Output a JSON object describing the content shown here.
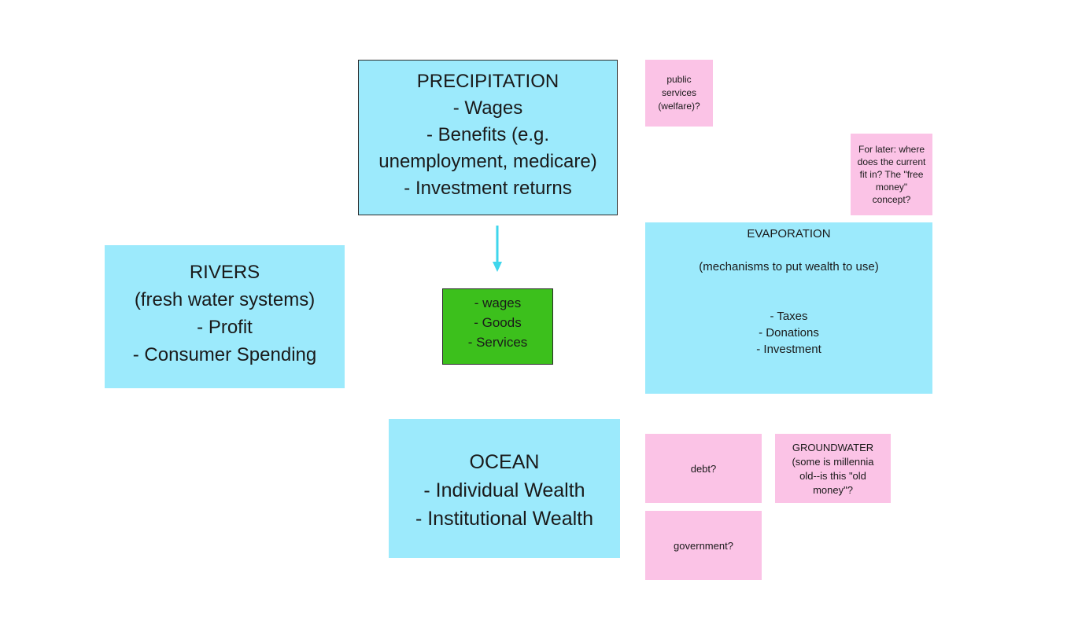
{
  "colors": {
    "blue_note": "#9ceafc",
    "pink_note": "#fbc3e6",
    "green_note": "#3cc01c",
    "arrow": "#3fd6ec"
  },
  "precipitation": {
    "title": "PRECIPITATION",
    "items": [
      "- Wages",
      "- Benefits (e.g.",
      "unemployment, medicare)",
      "- Investment returns"
    ]
  },
  "rivers": {
    "title": "RIVERS",
    "items": [
      "(fresh water systems)",
      "- Profit",
      "- Consumer Spending"
    ]
  },
  "flow": {
    "items": [
      "- wages",
      "- Goods",
      "- Services"
    ]
  },
  "ocean": {
    "title": "OCEAN",
    "items": [
      "- Individual Wealth",
      "- Institutional Wealth"
    ]
  },
  "evaporation": {
    "title": "EVAPORATION",
    "subtitle": "(mechanisms to put wealth to use)",
    "items": [
      "- Taxes",
      "- Donations",
      "- Investment"
    ]
  },
  "notes": {
    "public": [
      "public",
      "services",
      "(welfare)?"
    ],
    "later": [
      "For later: where",
      "does the current",
      "fit in? The \"free",
      "money\"",
      "concept?"
    ],
    "debt": "debt?",
    "government": "government?",
    "groundwater": [
      "GROUNDWATER",
      "(some is millennia",
      "old--is this \"old",
      "money\"?"
    ]
  }
}
